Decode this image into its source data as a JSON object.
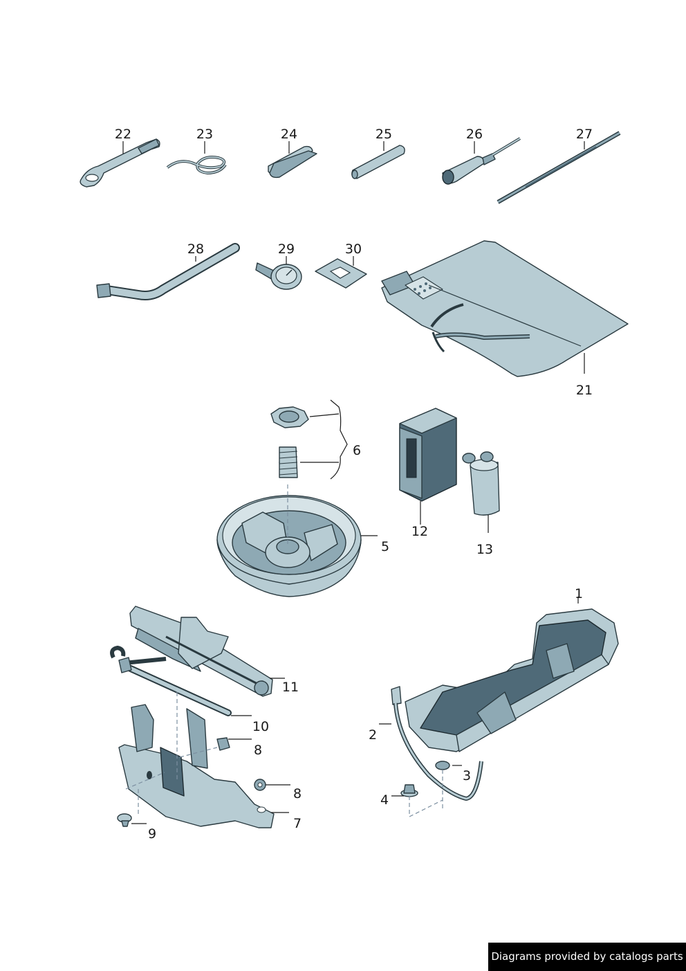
{
  "callouts": {
    "n1": "1",
    "n2": "2",
    "n3": "3",
    "n4": "4",
    "n5": "5",
    "n6": "6",
    "n7": "7",
    "n8a": "8",
    "n8b": "8",
    "n9": "9",
    "n10": "10",
    "n11": "11",
    "n12": "12",
    "n13": "13",
    "n21": "21",
    "n22": "22",
    "n23": "23",
    "n24": "24",
    "n25": "25",
    "n26": "26",
    "n27": "27",
    "n28": "28",
    "n29": "29",
    "n30": "30"
  },
  "colors": {
    "part_fill": "#b7ccd3",
    "part_dark": "#4f6a78",
    "outline": "#2a3a40"
  },
  "credit": {
    "text": "Diagrams provided by catalogs parts"
  }
}
